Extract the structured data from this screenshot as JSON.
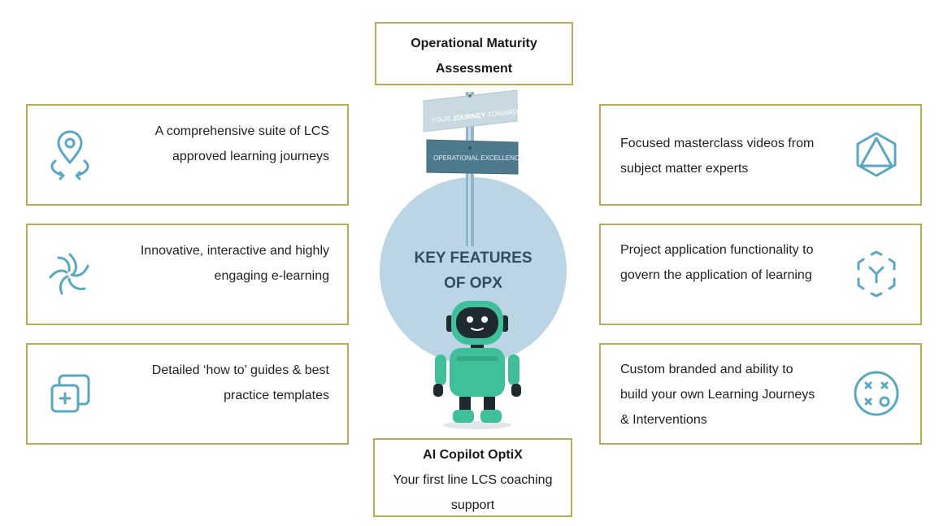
{
  "colors": {
    "border": "#b7ad55",
    "icon": "#5aa7c2",
    "circle": "#bcd5e5",
    "robot_green": "#3fbf9a",
    "robot_dark": "#1f2a30"
  },
  "top_box": {
    "title_line1": "Operational Maturity",
    "title_line2": "Assessment"
  },
  "center": {
    "sign1_a": "YOUR ",
    "sign1_b": "JOURNEY",
    "sign1_c": " TOWARDS",
    "sign2": "OPERATIONAL EXCELLENCE",
    "heading_line1": "KEY FEATURES",
    "heading_line2": "OF OPX"
  },
  "bottom_box": {
    "title": "AI Copilot OptiX",
    "line1": "Your first line LCS coaching",
    "line2": "support"
  },
  "left_features": [
    {
      "icon": "location-pin-rotate-icon",
      "line1": "A comprehensive suite of LCS",
      "line2": "approved learning journeys"
    },
    {
      "icon": "aperture-swirl-icon",
      "line1": "Innovative, interactive and highly",
      "line2": "engaging e-learning"
    },
    {
      "icon": "overlapping-squares-icon",
      "line1": "Detailed ‘how to’ guides & best",
      "line2": "practice templates"
    }
  ],
  "right_features": [
    {
      "icon": "hexagon-triangle-icon",
      "line1": "Focused masterclass videos from",
      "line2": "subject matter experts"
    },
    {
      "icon": "hexagon-y-icon",
      "line1": "Project application functionality to",
      "line2": "govern the application of learning"
    },
    {
      "icon": "circle-grid-icon",
      "line1": "Custom branded and ability to",
      "line2": "build your own Learning Journeys",
      "line3": "& Interventions"
    }
  ]
}
